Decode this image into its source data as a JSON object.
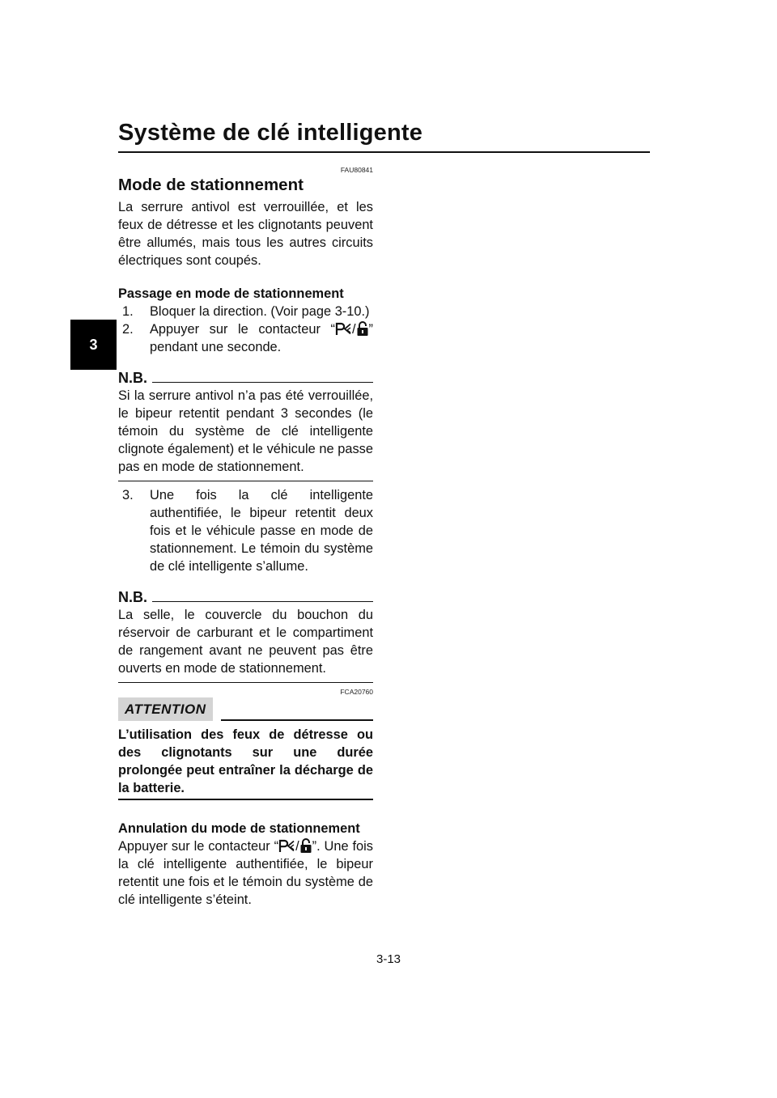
{
  "header": {
    "title": "Système de clé intelligente"
  },
  "chapter_tab": "3",
  "section": {
    "ref_code": "FAU80841",
    "title": "Mode de stationnement",
    "intro": "La serrure antivol est verrouillée, et les feux de détresse et les clignotants peuvent être allumés, mais tous les autres circuits électriques sont coupés."
  },
  "enter_mode": {
    "heading": "Passage en mode de stationnement",
    "step1_num": "1.",
    "step1": "Bloquer la direction. (Voir page 3-10.)",
    "step2_num": "2.",
    "step2_pre": "Appuyer sur le contacteur “",
    "step2_sep": "/",
    "step2_post": "” pendant une seconde.",
    "note1_label": "N.B.",
    "note1": "Si la serrure antivol n’a pas été verrouillée, le bipeur retentit pendant 3 secondes (le témoin du système de clé intelligente clignote également) et le véhicule ne passe pas en mode de stationnement.",
    "step3_num": "3.",
    "step3": "Une fois la clé intelligente authentifiée, le bipeur retentit deux fois et le véhicule passe en mode de stationnement. Le témoin du système de clé intelligente s’allume.",
    "note2_label": "N.B.",
    "note2": "La selle, le couvercle du bouchon du réservoir de carburant et le compartiment de rangement avant ne peuvent pas être ouverts en mode de stationnement."
  },
  "caution": {
    "ref_code": "FCA20760",
    "label": "ATTENTION",
    "text": "L’utilisation des feux de détresse ou des clignotants sur une durée prolongée peut entraîner la décharge de la batterie."
  },
  "cancel_mode": {
    "heading": "Annulation du mode de stationnement",
    "text_pre": "Appuyer sur le contacteur “",
    "text_sep": "/",
    "text_post": "”. Une fois la clé intelligente authentifiée, le bipeur retentit une fois et le témoin du système de clé intelligente s’éteint."
  },
  "footer": {
    "page_number": "3-13"
  },
  "icons": [
    "parking-p-icon",
    "padlock-icon"
  ]
}
